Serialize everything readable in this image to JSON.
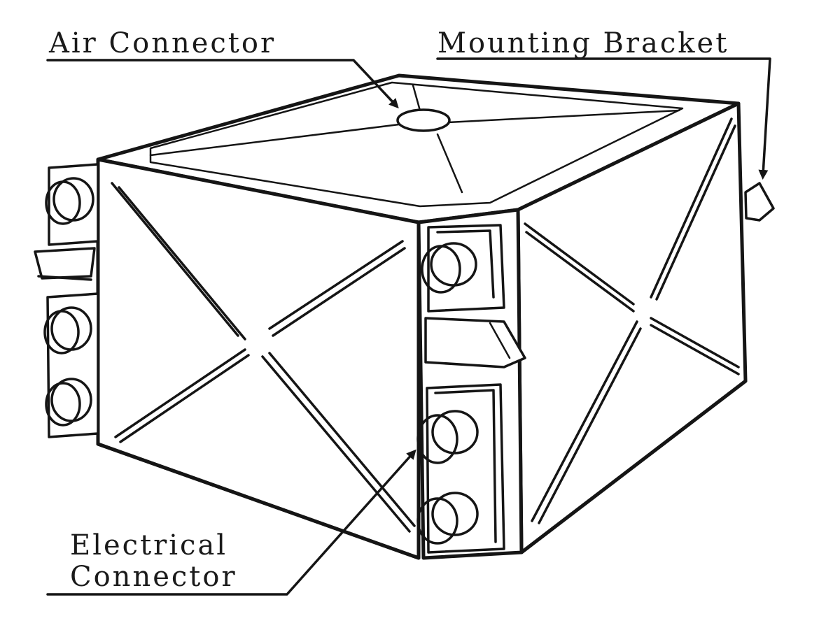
{
  "labels": {
    "air_connector": "Air Connector",
    "mounting_bracket": "Mounting Bracket",
    "electrical_connector_line1": "Electrical",
    "electrical_connector_line2": "Connector"
  },
  "colors": {
    "ink": "#151515",
    "background": "#ffffff"
  }
}
